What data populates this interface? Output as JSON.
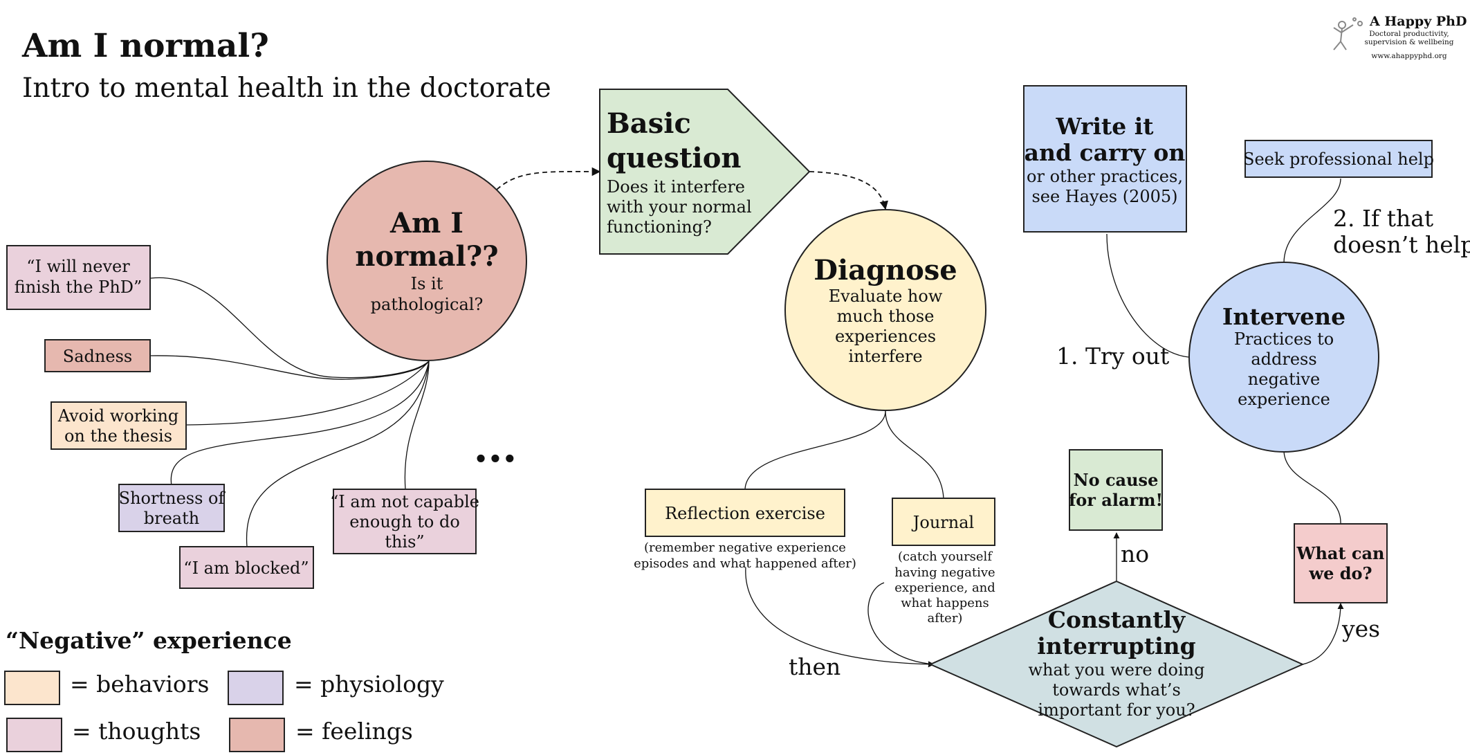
{
  "header": {
    "title": "Am I normal?",
    "subtitle": "Intro to mental health in the doctorate"
  },
  "logo": {
    "name": "A Happy PhD",
    "tagline_1": "Doctoral productivity,",
    "tagline_2": "supervision & wellbeing",
    "url": "www.ahappyphd.org"
  },
  "colors": {
    "behaviors": "#fce5cd",
    "physiology": "#d9d2e9",
    "thoughts": "#ead1dc",
    "feelings": "#e6b8af",
    "question": "#d9ead3",
    "diagnose": "#fff2cc",
    "intervene": "#c9daf8",
    "decision": "#d0e0e3",
    "alarm": "#f4cccc"
  },
  "experiences": {
    "never_finish": [
      "“I will never",
      "finish the PhD”"
    ],
    "sadness": "Sadness",
    "avoid": [
      "Avoid working",
      "on the thesis"
    ],
    "shortness": [
      "Shortness of",
      "breath"
    ],
    "not_capable": [
      "“I am not capable",
      "enough to do",
      "this”"
    ],
    "blocked": "“I am blocked”",
    "ellipsis": "..."
  },
  "am_i_normal": {
    "title_1": "Am I",
    "title_2": "normal??",
    "sub_1": "Is it",
    "sub_2": "pathological?"
  },
  "basic_question": {
    "title_1": "Basic",
    "title_2": "question",
    "lines": [
      "Does it interfere",
      "with your normal",
      "functioning?"
    ]
  },
  "diagnose": {
    "title": "Diagnose",
    "lines": [
      "Evaluate how",
      "much those",
      "experiences",
      "interfere"
    ]
  },
  "reflection": {
    "label": "Reflection exercise",
    "note": [
      "(remember negative experience",
      "episodes and what happened after)"
    ]
  },
  "journal": {
    "label": "Journal",
    "note": [
      "(catch yourself",
      "having negative",
      "experience, and",
      "what happens",
      "after)"
    ]
  },
  "decision": {
    "title_1": "Constantly",
    "title_2": "interrupting",
    "lines": [
      "what you were doing",
      "towards what’s",
      "important for you?"
    ]
  },
  "no_alarm": {
    "line_1": "No cause",
    "line_2": "for alarm!"
  },
  "what_can": {
    "line_1": "What can",
    "line_2": "we do?"
  },
  "intervene": {
    "title": "Intervene",
    "lines": [
      "Practices to",
      "address",
      "negative",
      "experience"
    ]
  },
  "write_it": {
    "title_1": "Write it",
    "title_2": "and carry on",
    "lines": [
      "or other practices,",
      "see Hayes (2005)"
    ]
  },
  "seek_help": "Seek professional help",
  "edge_labels": {
    "then": "then",
    "no": "no",
    "yes": "yes",
    "try_out": "1. Try out",
    "if_not_1": "2. If that",
    "if_not_2": "doesn’t help"
  },
  "legend": {
    "title": "“Negative” experience",
    "behaviors": "= behaviors",
    "physiology": "= physiology",
    "thoughts": "= thoughts",
    "feelings": "= feelings"
  }
}
